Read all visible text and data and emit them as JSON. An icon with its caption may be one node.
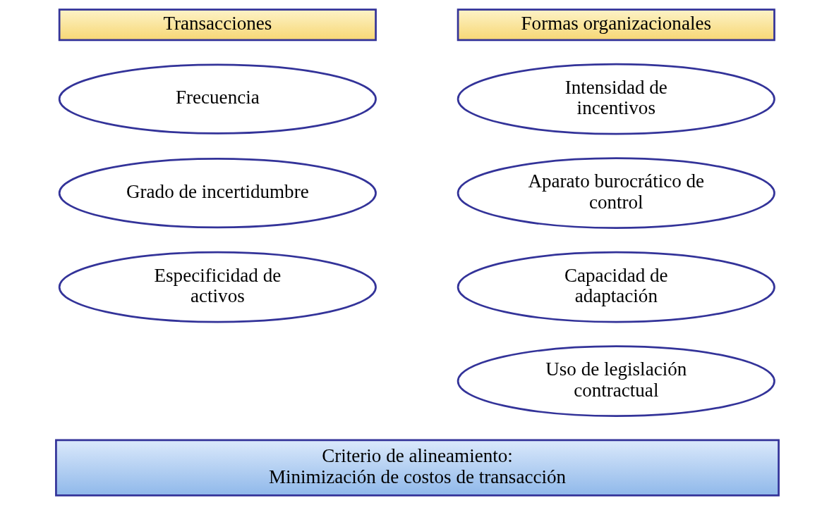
{
  "diagram": {
    "nodes": [
      {
        "text": [
          "Transacciones"
        ]
      },
      {
        "text": [
          "Formas organizacionales"
        ]
      },
      {
        "text": [
          "Frecuencia"
        ]
      },
      {
        "text": [
          "Intensidad de incentivos"
        ]
      },
      {
        "text": [
          "Grado de incertidumbre"
        ]
      },
      {
        "text": [
          "Aparato burocrático de control"
        ]
      },
      {
        "text": [
          "Capacidad de adaptación"
        ]
      },
      {
        "text": [
          "Especificidad de activos"
        ]
      },
      {
        "text": [
          "Uso de legislación contractual"
        ]
      },
      {
        "text": [
          "Criterio de alineamiento:",
          "Minimización de costos de transacción"
        ]
      }
    ],
    "edges": []
  }
}
